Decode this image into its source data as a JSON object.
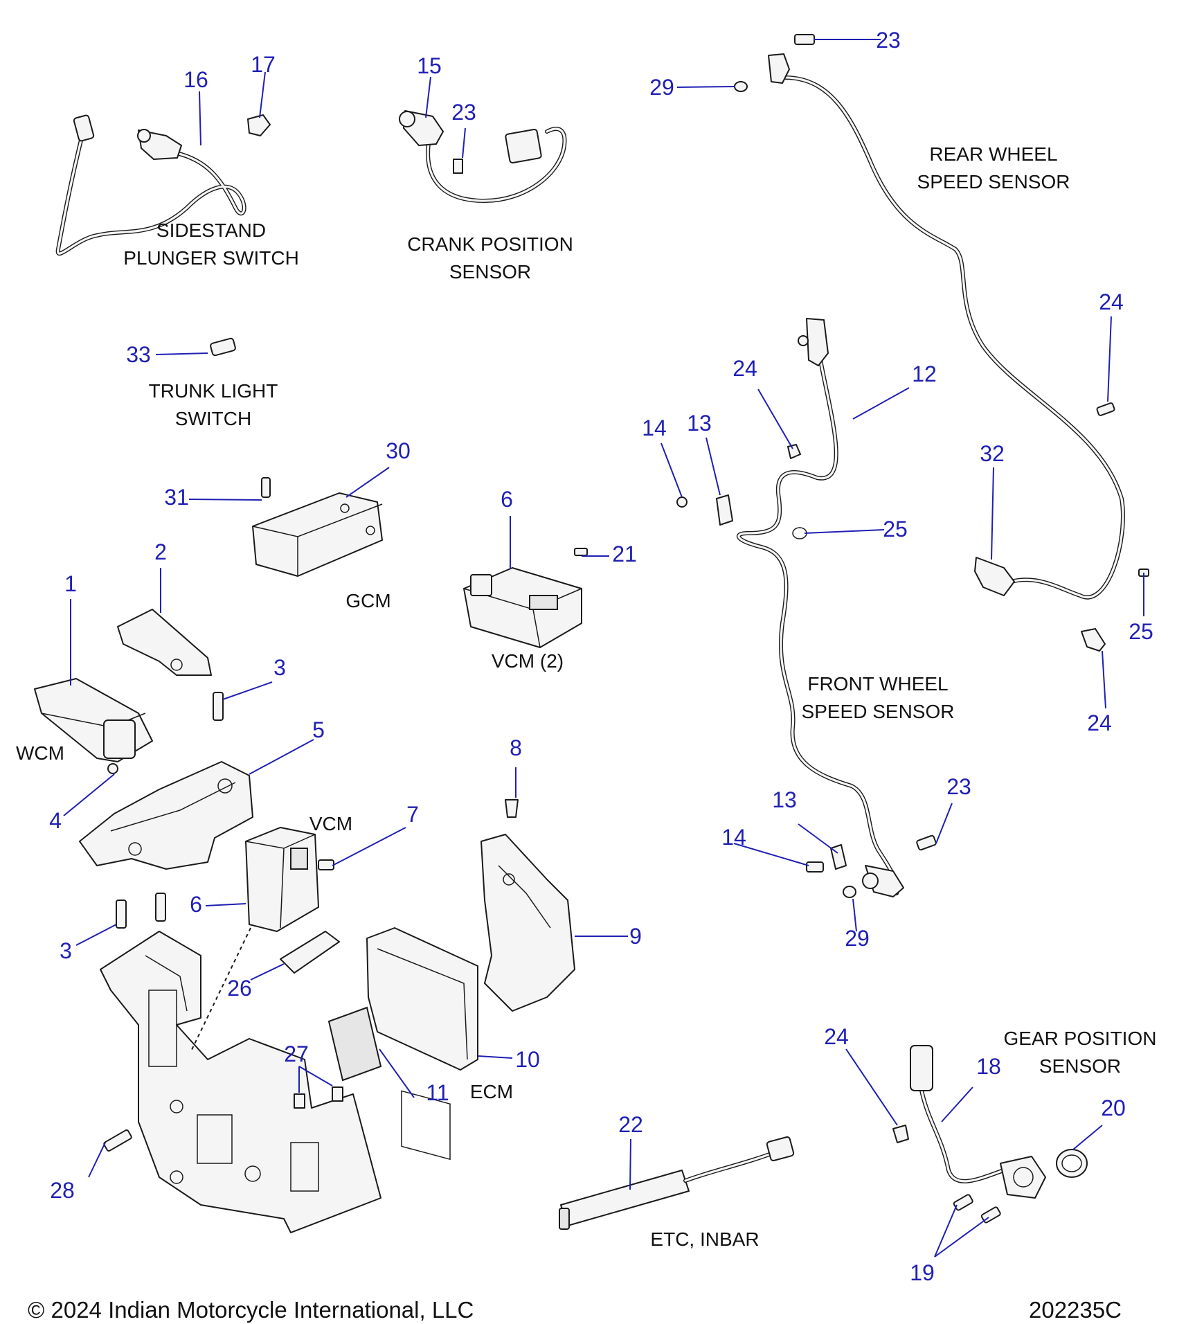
{
  "diagram": {
    "labels": {
      "sidestand_switch": [
        "SIDESTAND",
        "PLUNGER SWITCH"
      ],
      "crank_sensor": [
        "CRANK POSITION",
        "SENSOR"
      ],
      "rear_wheel_sensor": [
        "REAR WHEEL",
        "SPEED SENSOR"
      ],
      "trunk_light_switch": [
        "TRUNK LIGHT",
        "SWITCH"
      ],
      "gcm": [
        "GCM"
      ],
      "vcm_2": [
        "VCM (2)"
      ],
      "front_wheel_sensor": [
        "FRONT WHEEL",
        "SPEED SENSOR"
      ],
      "wcm": [
        "WCM"
      ],
      "vcm": [
        "VCM"
      ],
      "ecm": [
        "ECM"
      ],
      "gear_position_sensor": [
        "GEAR POSITION",
        "SENSOR"
      ],
      "etc_inbar": [
        "ETC, INBAR"
      ]
    },
    "callouts": {
      "c23a": "23",
      "c29a": "29",
      "c17": "17",
      "c16": "16",
      "c15": "15",
      "c23b": "23",
      "c24a": "24",
      "c33": "33",
      "c24b": "24",
      "c12": "12",
      "c14a": "14",
      "c13a": "13",
      "c30": "30",
      "c32": "32",
      "c6a": "6",
      "c31": "31",
      "c25a": "25",
      "c2": "2",
      "c21": "21",
      "c1": "1",
      "c25b": "25",
      "c3a": "3",
      "c24c": "24",
      "c5": "5",
      "c8": "8",
      "c23c": "23",
      "c13b": "13",
      "c7": "7",
      "c4": "4",
      "c14b": "14",
      "c6b": "6",
      "c3b": "3",
      "c9": "9",
      "c29b": "29",
      "c26": "26",
      "c24d": "24",
      "c18": "18",
      "c27": "27",
      "c10": "10",
      "c20": "20",
      "c11": "11",
      "c22": "22",
      "c28": "28",
      "c19": "19"
    }
  },
  "footer": {
    "copyright": "© 2024 Indian Motorcycle International, LLC",
    "figure_id": "202235C"
  }
}
